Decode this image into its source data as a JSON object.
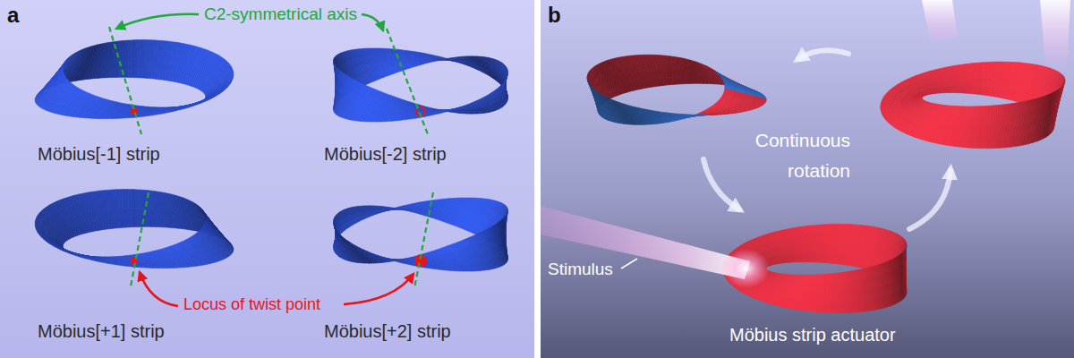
{
  "diagram": {
    "labels": [
      "a",
      "C2-symmetrical axis",
      "Möbius[-1] strip",
      "Möbius[-2] strip",
      "Möbius[+1] strip",
      "Locus of twist point",
      "Möbius[+2] strip",
      "b",
      "Continuous rotation",
      "Stimulus",
      "Möbius strip actuator"
    ]
  }
}
